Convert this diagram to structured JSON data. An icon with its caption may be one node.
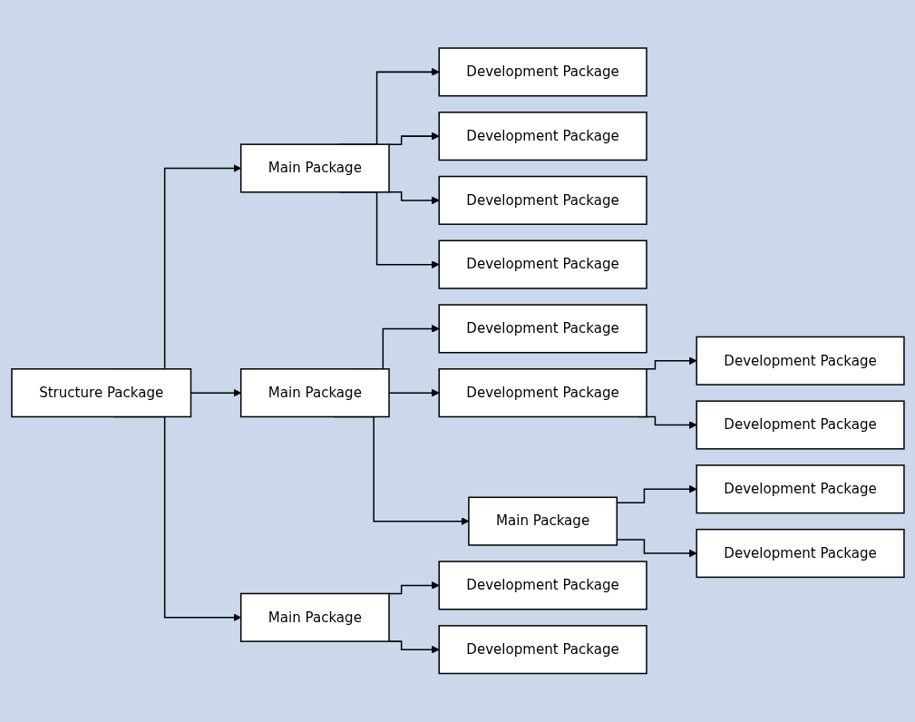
{
  "diagram": {
    "nodes": [
      {
        "text": [
          "Structure Package"
        ]
      },
      {
        "text": [
          "Main Package"
        ]
      },
      {
        "text": [
          "Main Package"
        ]
      },
      {
        "text": [
          "Main Package"
        ]
      },
      {
        "text": [
          "Development Package"
        ]
      },
      {
        "text": [
          "Development Package"
        ]
      },
      {
        "text": [
          "Development Package"
        ]
      },
      {
        "text": [
          "Development Package"
        ]
      },
      {
        "text": [
          "Development Package"
        ]
      },
      {
        "text": [
          "Development Package"
        ]
      },
      {
        "text": [
          "Development Package"
        ]
      },
      {
        "text": [
          "Development Package"
        ]
      },
      {
        "text": [
          "Main Package"
        ]
      },
      {
        "text": [
          "Development Package"
        ]
      },
      {
        "text": [
          "Development Package"
        ]
      },
      {
        "text": [
          "Development Package"
        ]
      },
      {
        "text": [
          "Development Package"
        ]
      }
    ],
    "edges": [
      {
        "from": 0,
        "to": 1,
        "arrow": "to"
      },
      {
        "from": 0,
        "to": 2,
        "arrow": "to"
      },
      {
        "from": 0,
        "to": 3,
        "arrow": "to"
      },
      {
        "from": 1,
        "to": 4,
        "arrow": "to"
      },
      {
        "from": 1,
        "to": 5,
        "arrow": "to"
      },
      {
        "from": 1,
        "to": 6,
        "arrow": "to"
      },
      {
        "from": 1,
        "to": 7,
        "arrow": "to"
      },
      {
        "from": 2,
        "to": 8,
        "arrow": "to"
      },
      {
        "from": 2,
        "to": 9,
        "arrow": "to"
      },
      {
        "from": 9,
        "to": 10,
        "arrow": "to"
      },
      {
        "from": 9,
        "to": 11,
        "arrow": "to"
      },
      {
        "from": 2,
        "to": 12,
        "arrow": "to"
      },
      {
        "from": 12,
        "to": 13,
        "arrow": "to"
      },
      {
        "from": 12,
        "to": 14,
        "arrow": "to"
      },
      {
        "from": 3,
        "to": 15,
        "arrow": "to"
      },
      {
        "from": 3,
        "to": 16,
        "arrow": "to"
      }
    ]
  }
}
